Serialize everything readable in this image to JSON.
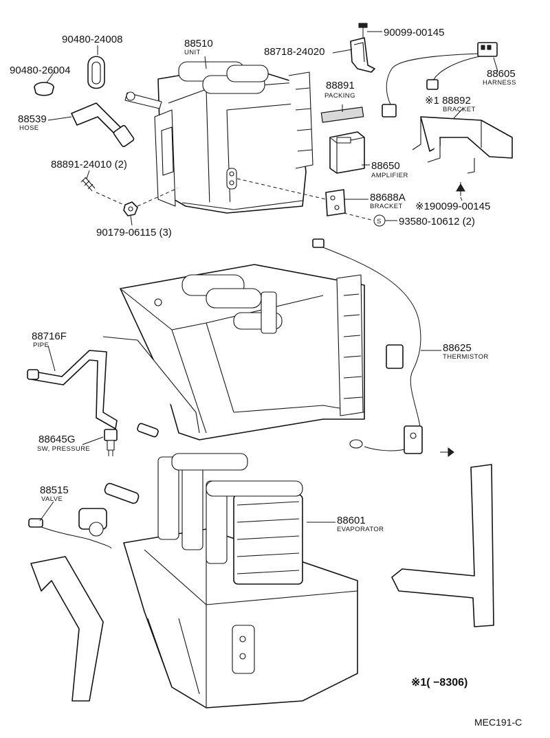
{
  "callouts": [
    {
      "id": "90480-24008",
      "number": "90480-24008",
      "name": ""
    },
    {
      "id": "88510",
      "number": "88510",
      "name": "UNIT"
    },
    {
      "id": "88718-24020",
      "number": "88718-24020",
      "name": ""
    },
    {
      "id": "90099-00145",
      "number": "90099-00145",
      "name": ""
    },
    {
      "id": "90480-26004",
      "number": "90480-26004",
      "name": ""
    },
    {
      "id": "88605",
      "number": "88605",
      "name": "HARNESS"
    },
    {
      "id": "88891",
      "number": "88891",
      "name": "PACKING"
    },
    {
      "id": "88892",
      "number": "※1 88892",
      "name": "BRACKET"
    },
    {
      "id": "88539",
      "number": "88539",
      "name": "HOSE"
    },
    {
      "id": "88650",
      "number": "88650",
      "name": "AMPLIFIER"
    },
    {
      "id": "88891-24010",
      "number": "88891-24010 (2)",
      "name": ""
    },
    {
      "id": "88688A",
      "number": "88688A",
      "name": "BRACKET"
    },
    {
      "id": "190099-00145",
      "number": "※190099-00145",
      "name": ""
    },
    {
      "id": "93580-10612",
      "number": "93580-10612 (2)",
      "name": ""
    },
    {
      "id": "90179-06115",
      "number": "90179-06115 (3)",
      "name": ""
    },
    {
      "id": "88716F",
      "number": "88716F",
      "name": "PIPE"
    },
    {
      "id": "88625",
      "number": "88625",
      "name": "THERMISTOR"
    },
    {
      "id": "88645G",
      "number": "88645G",
      "name": "SW, PRESSURE"
    },
    {
      "id": "88515",
      "number": "88515",
      "name": "VALVE"
    },
    {
      "id": "88601",
      "number": "88601",
      "name": "EVAPORATOR"
    }
  ],
  "circle_s": "S",
  "note": "※1(      −8306)",
  "diagram_code": "MEC191-C"
}
